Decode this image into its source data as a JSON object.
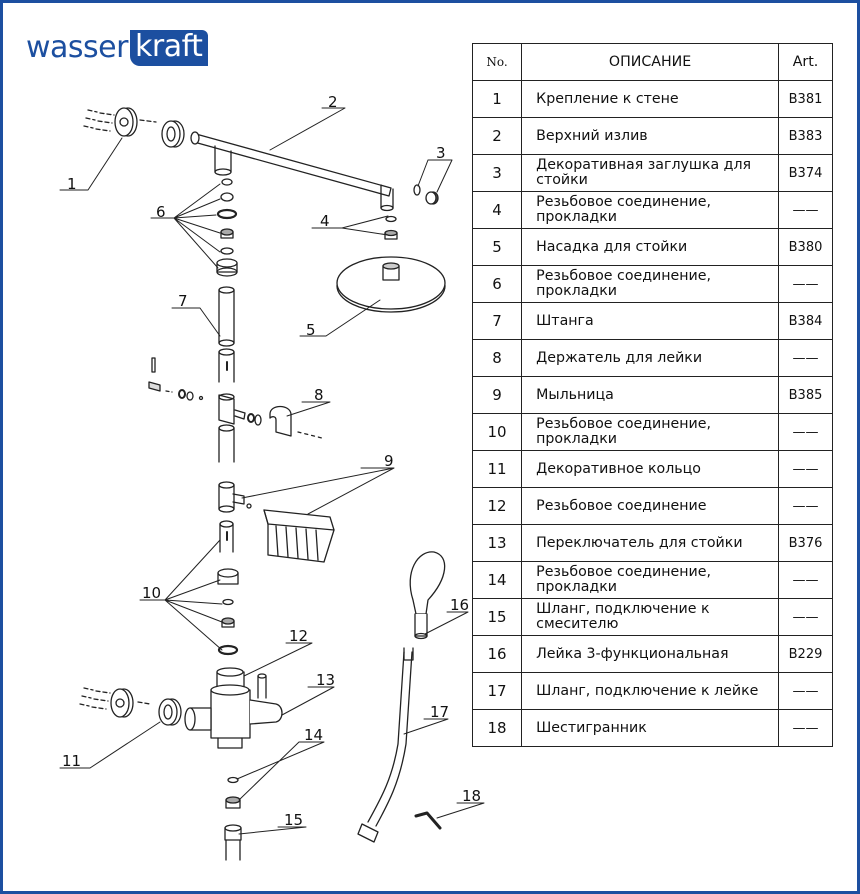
{
  "brand": {
    "name_part1": "wasser",
    "name_part2": "kraft",
    "color": "#1c4fa0"
  },
  "table": {
    "headers": {
      "no": "No.",
      "description": "ОПИСАНИЕ",
      "art": "Art."
    },
    "rows": [
      {
        "no": "1",
        "description": "Крепление к стене",
        "art": "B381"
      },
      {
        "no": "2",
        "description": "Верхний излив",
        "art": "B383"
      },
      {
        "no": "3",
        "description": "Декоративная заглушка для стойки",
        "art": "B374"
      },
      {
        "no": "4",
        "description": "Резьбовое соединение, прокладки",
        "art": "——"
      },
      {
        "no": "5",
        "description": "Насадка для стойки",
        "art": "B380"
      },
      {
        "no": "6",
        "description": "Резьбовое соединение, прокладки",
        "art": "——"
      },
      {
        "no": "7",
        "description": "Штанга",
        "art": "B384"
      },
      {
        "no": "8",
        "description": "Держатель для лейки",
        "art": "——"
      },
      {
        "no": "9",
        "description": "Мыльница",
        "art": "B385"
      },
      {
        "no": "10",
        "description": "Резьбовое соединение, прокладки",
        "art": "——"
      },
      {
        "no": "11",
        "description": "Декоративное кольцо",
        "art": "——"
      },
      {
        "no": "12",
        "description": "Резьбовое соединение",
        "art": "——"
      },
      {
        "no": "13",
        "description": "Переключатель для стойки",
        "art": "B376"
      },
      {
        "no": "14",
        "description": "Резьбовое соединение, прокладки",
        "art": "——"
      },
      {
        "no": "15",
        "description": "Шланг, подключение к смесителю",
        "art": "——"
      },
      {
        "no": "16",
        "description": "Лейка 3-функциональная",
        "art": "B229"
      },
      {
        "no": "17",
        "description": "Шланг, подключение к лейке",
        "art": "——"
      },
      {
        "no": "18",
        "description": "Шестигранник",
        "art": "——"
      }
    ]
  },
  "callouts": [
    "1",
    "2",
    "3",
    "4",
    "5",
    "6",
    "7",
    "8",
    "9",
    "10",
    "11",
    "12",
    "13",
    "14",
    "15",
    "16",
    "17",
    "18"
  ]
}
